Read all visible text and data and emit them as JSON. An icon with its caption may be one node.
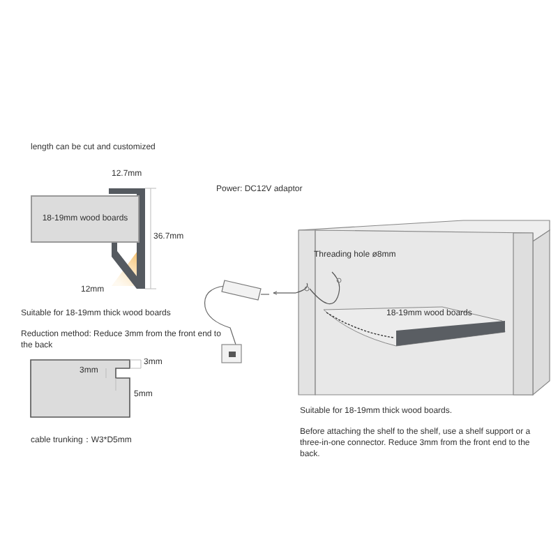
{
  "diagram": {
    "nodes": [
      {
        "text": [
          "18-19mm wood boards"
        ]
      },
      {
        "text": [],
        "shape": "picture"
      },
      {
        "text": [
          "18-19mm wood boards"
        ],
        "in": 1
      },
      {
        "text": [],
        "shape": "picture"
      }
    ],
    "edges": [
      {
        "from": 1,
        "to": 3,
        "arrow": "to"
      }
    ],
    "labels": [
      "length can be cut and customized",
      "12.7mm",
      "36.7mm",
      "12mm",
      "Suitable for 18-19mm thick wood boards",
      "Reduction method: Reduce 3mm from the front end to the back",
      "3mm",
      "3mm",
      "5mm",
      "cable trunking：W3*D5mm",
      "Power: DC12V adaptor",
      "Threading hole ø8mm",
      "Suitable for 18-19mm thick wood boards.",
      "Before attaching the shelf to the shelf, use a shelf support or a three-in-one connector. Reduce 3mm from the front end to the back."
    ]
  }
}
